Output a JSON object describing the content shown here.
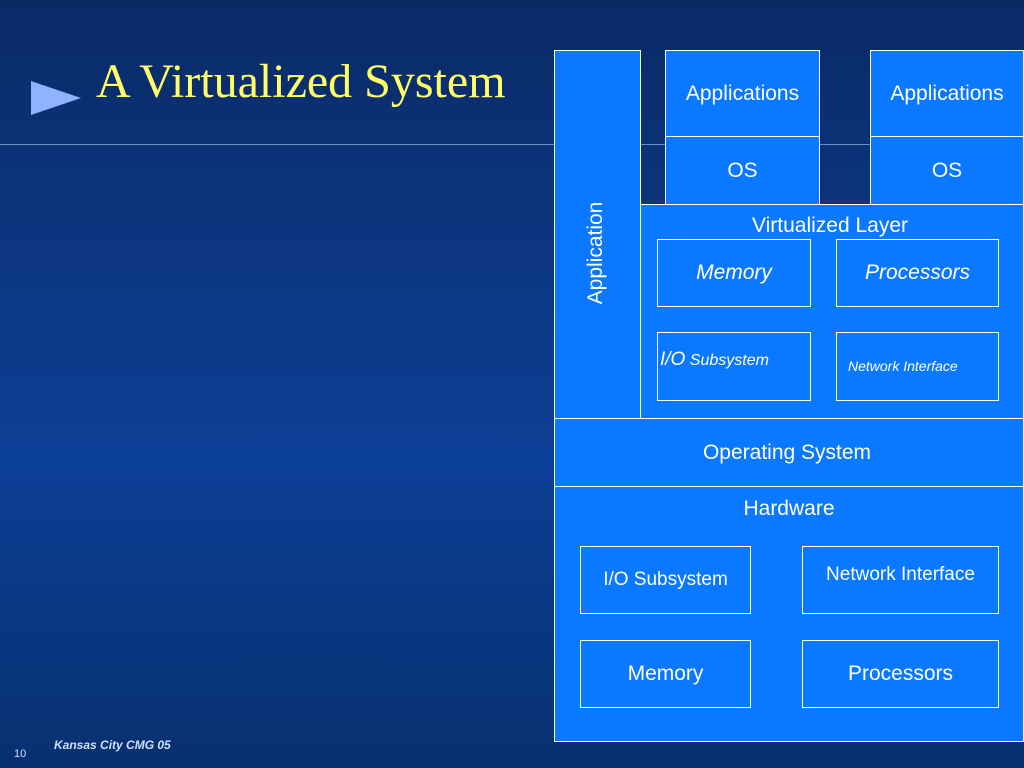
{
  "slide": {
    "title": "A Virtualized System",
    "footer": "Kansas City  CMG 05",
    "page_number": "10",
    "bullet_icon": "right-triangle-arrow"
  },
  "diagram": {
    "application_label": "Application",
    "vm1": {
      "applications": "Applications",
      "os": "OS"
    },
    "vm2": {
      "applications": "Applications",
      "os": "OS"
    },
    "virtualized_layer": {
      "label": "Virtualized Layer",
      "memory": "Memory",
      "processors": "Processors",
      "io_prefix": "I/O",
      "io_suffix": " Subsystem",
      "network": "Network Interface"
    },
    "operating_system": "Operating System",
    "hardware": {
      "label": "Hardware",
      "io": "I/O Subsystem",
      "network": "Network Interface",
      "memory": "Memory",
      "processors": "Processors"
    }
  },
  "colors": {
    "background_top": "#0a2a66",
    "background_mid": "#0d3a8a",
    "box_fill": "#0a78ff",
    "box_border": "#ffffff",
    "title": "#ffff66",
    "arrow": "#8fb3ff"
  }
}
